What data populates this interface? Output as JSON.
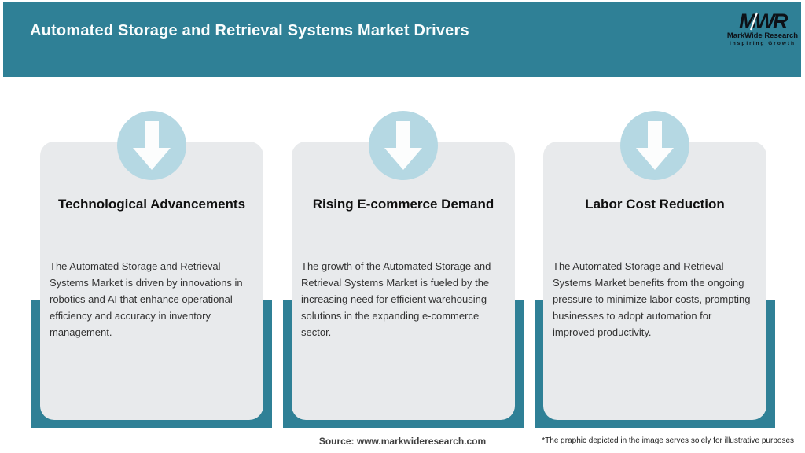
{
  "header": {
    "title": "Automated Storage and Retrieval Systems Market Drivers",
    "logo": {
      "monogram": "MWR",
      "name": "MarkWide Research",
      "tagline": "Inspiring Growth"
    }
  },
  "colors": {
    "teal": "#2f8096",
    "card_background": "#e8eaec",
    "icon_circle_blue": "#b5d8e3",
    "title_text": "#101010",
    "body_text": "#333333"
  },
  "icons": {
    "card_icon": "down-arrow"
  },
  "cards": [
    {
      "title": "Technological Advancements",
      "body": "The Automated Storage and Retrieval\nSystems Market is driven by innovations in\nrobotics and AI that enhance operational\nefficiency and accuracy in inventory\nmanagement."
    },
    {
      "title": "Rising E-commerce Demand",
      "body": "The growth of the Automated Storage and\nRetrieval Systems Market is fueled by the\nincreasing need for efficient warehousing\nsolutions in the expanding e-commerce\nsector."
    },
    {
      "title": "Labor Cost Reduction",
      "body": "The Automated Storage and Retrieval\nSystems Market benefits from the ongoing\npressure to minimize labor costs, prompting\nbusinesses to adopt automation for\nimproved productivity."
    }
  ],
  "footer": {
    "source": "Source: www.markwideresearch.com",
    "disclaimer": "*The graphic depicted in the image serves solely for illustrative purposes"
  }
}
